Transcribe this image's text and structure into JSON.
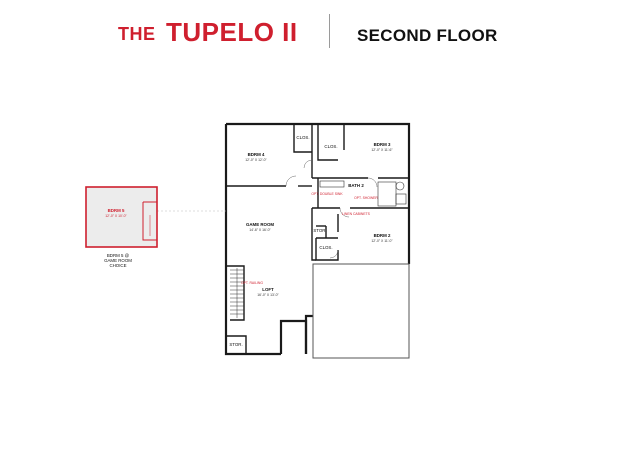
{
  "header": {
    "prefix": "THE",
    "plan_name": "TUPELO II",
    "floor": "SECOND FLOOR"
  },
  "rooms": {
    "bdrm4": {
      "name": "BDRM 4",
      "dims": "12'-0\" X 12'-0\""
    },
    "clos1": {
      "name": "CLOS."
    },
    "clos2": {
      "name": "CLOS."
    },
    "bdrm3": {
      "name": "BDRM 3",
      "dims": "12'-0\" X 11'-6\""
    },
    "bath2": {
      "name": "BATH 2"
    },
    "opt_double_sink": {
      "name": "OPT. DOUBLE SINK"
    },
    "opt_shower": {
      "name": "OPT. SHOWER"
    },
    "game_room": {
      "name": "GAME ROOM",
      "dims": "14'-6\" X 16'-0\""
    },
    "linen": {
      "name": "LINEN CABINETS"
    },
    "stor1": {
      "name": "STOR."
    },
    "bdrm2": {
      "name": "BDRM 2",
      "dims": "12'-0\" X 11'-0\""
    },
    "clos3": {
      "name": "CLOS."
    },
    "loft": {
      "name": "LOFT",
      "dims": "16'-0\" X 13'-0\""
    },
    "opt_railing": {
      "name": "OPT. RAILING"
    },
    "stor2": {
      "name": "STOR."
    },
    "bdrm5": {
      "name": "BDRM 5",
      "dims": "12'-0\" X 10'-0\""
    }
  },
  "option": {
    "caption_line1": "BDRM 5 @",
    "caption_line2": "GAME ROOM",
    "caption_line3": "CHOICE"
  },
  "colors": {
    "accent": "#cf1f2e",
    "wall": "#1a1a1a",
    "option_fill": "#ececec"
  }
}
